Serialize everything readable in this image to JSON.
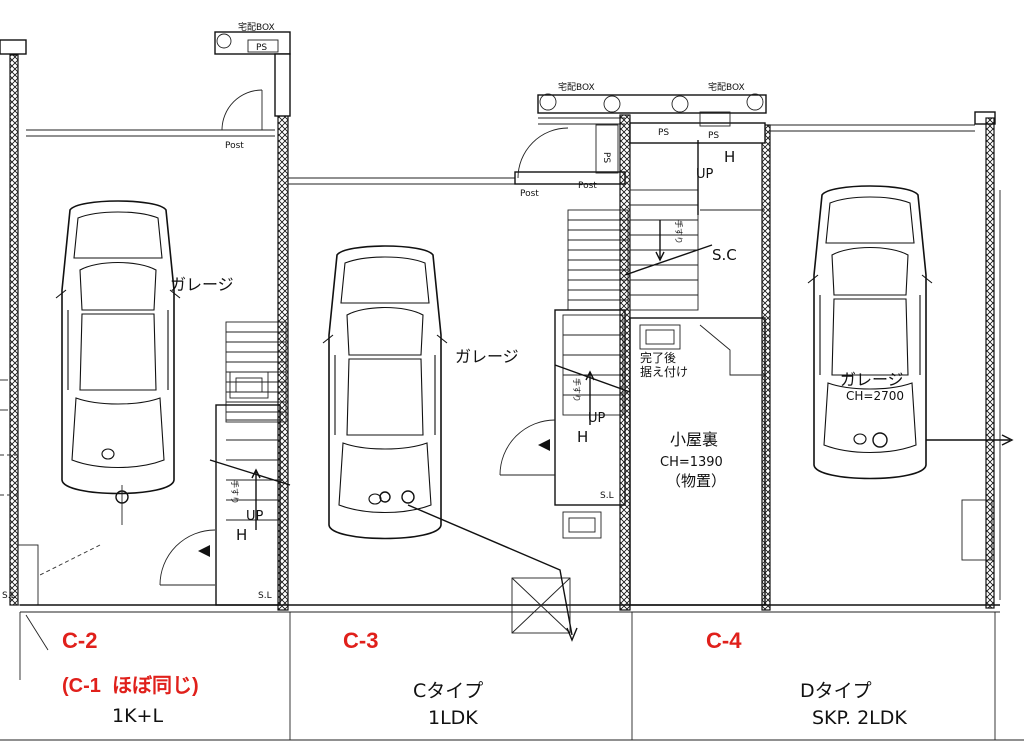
{
  "labels": {
    "garage_c2": "ガレージ",
    "garage_c3": "ガレージ",
    "garage_c4": "ガレージ",
    "garage_c4_height": "CH=2700",
    "attic": "小屋裏",
    "attic_height": "CH=1390",
    "attic_use": "（物置）",
    "after_completion_1": "完了後",
    "after_completion_2": "据え付け",
    "sc": "S.C",
    "up_1": "UP",
    "up_2": "UP",
    "up_3": "UP",
    "h_1": "H",
    "h_2": "H",
    "h_3": "H",
    "sl_1": "S.L",
    "sl_2": "S.L",
    "sl_3": "S.L",
    "ps_1": "PS",
    "ps_2": "PS",
    "ps_3": "PS",
    "ps_4": "PS",
    "post_1": "Post",
    "post_2": "Post",
    "post_3": "Post",
    "delivery_box_1": "宅配BOX",
    "delivery_box_2": "宅配BOX",
    "delivery_box_3": "宅配BOX",
    "handrail_1": "手すり",
    "handrail_2": "手すり",
    "handrail_3": "手すり"
  },
  "units": {
    "c2": "C-2",
    "c2_note": "(C-1  ほぼ同じ)",
    "c3": "C-3",
    "c4": "C-4"
  },
  "types": {
    "c2_layout": "1K+L",
    "c3_type": "Cタイプ",
    "c3_layout": "1LDK",
    "c4_type": "Dタイプ",
    "c4_layout": "SKP. 2LDK"
  },
  "colors": {
    "unit_label": "#e0201b",
    "line": "#111111"
  }
}
